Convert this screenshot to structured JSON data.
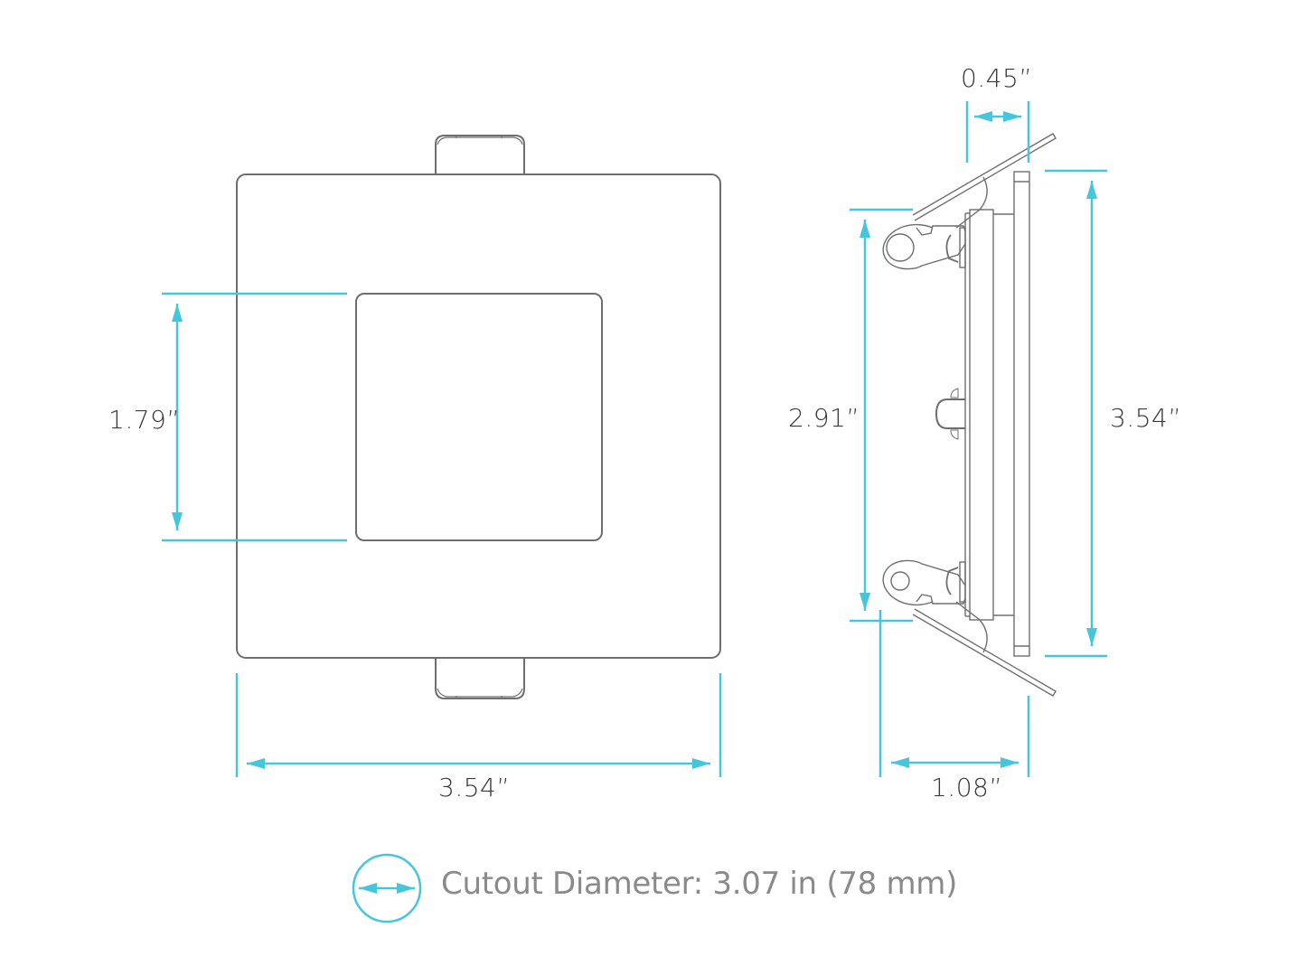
{
  "colors": {
    "dimension": "#45c6dc",
    "outline": "#6e6e6e",
    "label": "#3a3a3a",
    "footer_text": "#8a8a8a",
    "background": "#ffffff"
  },
  "front_view": {
    "width_label": "3.54”",
    "aperture_height_label": "1.79”"
  },
  "side_view": {
    "depth_top_label": "0.45”",
    "clip_span_label": "2.91”",
    "overall_height_label": "3.54”",
    "depth_bottom_label": "1.08”"
  },
  "footer": {
    "icon": "cutout-diameter-icon",
    "text": "Cutout Diameter: 3.07 in (78 mm)"
  }
}
